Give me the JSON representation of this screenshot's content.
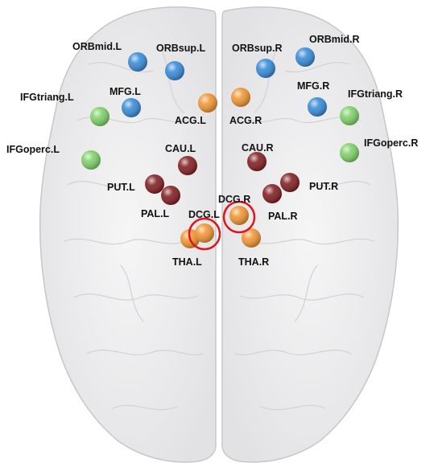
{
  "colors": {
    "blue": "#2f86d6",
    "green": "#79cf63",
    "orange": "#f0922a",
    "darkred": "#7c1518",
    "highlight": "#e0141c",
    "brain_fill": "#ededee",
    "brain_outline": "#c6c6c9"
  },
  "regions": [
    {
      "id": "ORBmid.L",
      "label": "ORBmid.L",
      "color": "blue"
    },
    {
      "id": "ORBsup.L",
      "label": "ORBsup.L",
      "color": "blue"
    },
    {
      "id": "ORBsup.R",
      "label": "ORBsup.R",
      "color": "blue"
    },
    {
      "id": "ORBmid.R",
      "label": "ORBmid.R",
      "color": "blue"
    },
    {
      "id": "IFGtriang.L",
      "label": "IFGtriang.L",
      "color": "green"
    },
    {
      "id": "MFG.L",
      "label": "MFG.L",
      "color": "blue"
    },
    {
      "id": "MFG.R",
      "label": "MFG.R",
      "color": "blue"
    },
    {
      "id": "IFGtriang.R",
      "label": "IFGtriang.R",
      "color": "green"
    },
    {
      "id": "ACG.L",
      "label": "ACG.L",
      "color": "orange"
    },
    {
      "id": "ACG.R",
      "label": "ACG.R",
      "color": "orange"
    },
    {
      "id": "IFGoperc.L",
      "label": "IFGoperc.L",
      "color": "green"
    },
    {
      "id": "IFGoperc.R",
      "label": "IFGoperc.R",
      "color": "green"
    },
    {
      "id": "CAU.L",
      "label": "CAU.L",
      "color": "darkred"
    },
    {
      "id": "CAU.R",
      "label": "CAU.R",
      "color": "darkred"
    },
    {
      "id": "PUT.L",
      "label": "PUT.L",
      "color": "darkred"
    },
    {
      "id": "PUT.R",
      "label": "PUT.R",
      "color": "darkred"
    },
    {
      "id": "PAL.L",
      "label": "PAL.L",
      "color": "darkred"
    },
    {
      "id": "PAL.R",
      "label": "PAL.R",
      "color": "darkred"
    },
    {
      "id": "DCG.L",
      "label": "DCG.L",
      "color": "orange",
      "highlighted": true
    },
    {
      "id": "DCG.R",
      "label": "DCG.R",
      "color": "orange",
      "highlighted": true
    },
    {
      "id": "THA.L",
      "label": "THA.L",
      "color": "orange"
    },
    {
      "id": "THA.R",
      "label": "THA.R",
      "color": "orange"
    }
  ]
}
